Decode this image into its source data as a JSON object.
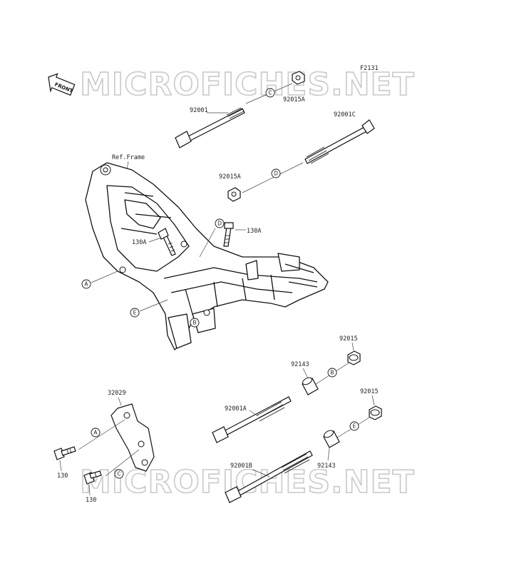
{
  "diagram_code": "F2131",
  "front_label": "FRONT",
  "watermark": "MICROFICHES.NET",
  "frame_label": "Ref.Frame",
  "parts": {
    "p92001": "92001",
    "p92015A_top": "92015A",
    "p92001C": "92001C",
    "p92015A_mid": "92015A",
    "p130A_left": "130A",
    "p130A_right": "130A",
    "p92015_upper": "92015",
    "p92143_upper": "92143",
    "p92001A": "92001A",
    "p92015_lower": "92015",
    "p92143_lower": "92143",
    "p92001B": "92001B",
    "p32029": "32029",
    "p130_upper": "130",
    "p130_lower": "130"
  },
  "callouts": {
    "A_frame": "A",
    "E_frame": "E",
    "B_frame": "B",
    "D_frame": "D",
    "C_top": "C",
    "D_mid": "D",
    "B_right": "B",
    "E_right": "E",
    "A_bracket": "A",
    "C_bracket": "C"
  }
}
